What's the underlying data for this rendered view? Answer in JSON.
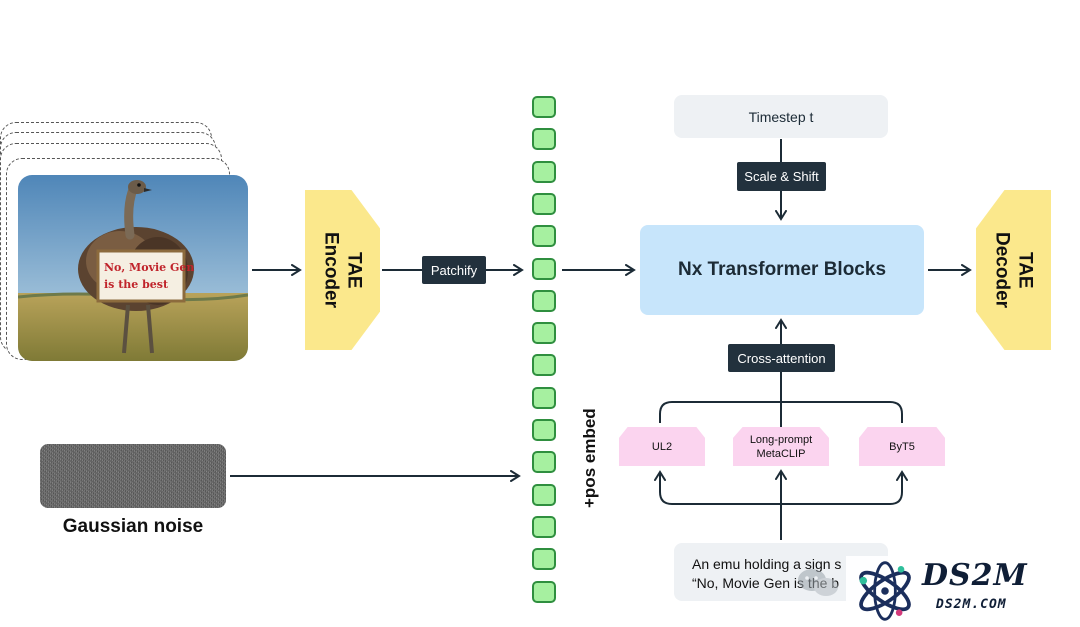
{
  "inputs": {
    "sign_text_line1": "No, Movie Gen",
    "sign_text_line2": "is the best",
    "noise_label": "Gaussian noise"
  },
  "tae_encoder": {
    "line1": "TAE",
    "line2": "Encoder"
  },
  "tae_decoder": {
    "line1": "TAE",
    "line2": "Decoder"
  },
  "patchify_label": "Patchify",
  "token_count": 16,
  "pos_embed_label": "+pos embed",
  "timestep_label": "Timestep t",
  "scale_shift_label": "Scale & Shift",
  "transformer_label": "Nx Transformer Blocks",
  "cross_attention_label": "Cross-attention",
  "text_encoders": [
    {
      "line1": "UL2",
      "line2": ""
    },
    {
      "line1": "Long-prompt",
      "line2": "MetaCLIP"
    },
    {
      "line1": "ByT5",
      "line2": ""
    }
  ],
  "prompt": {
    "line1": "An emu holding a sign s",
    "line2": "“No, Movie Gen is the b"
  },
  "watermark": {
    "title": "DS2M",
    "subtitle": "DS2M.COM"
  },
  "colors": {
    "encoder_yellow": "#fbe88c",
    "transformer_blue": "#c7e5fb",
    "token_green": "#a6f0a0",
    "text_encoder_pink": "#fbd4ef",
    "label_dark": "#22313d"
  }
}
